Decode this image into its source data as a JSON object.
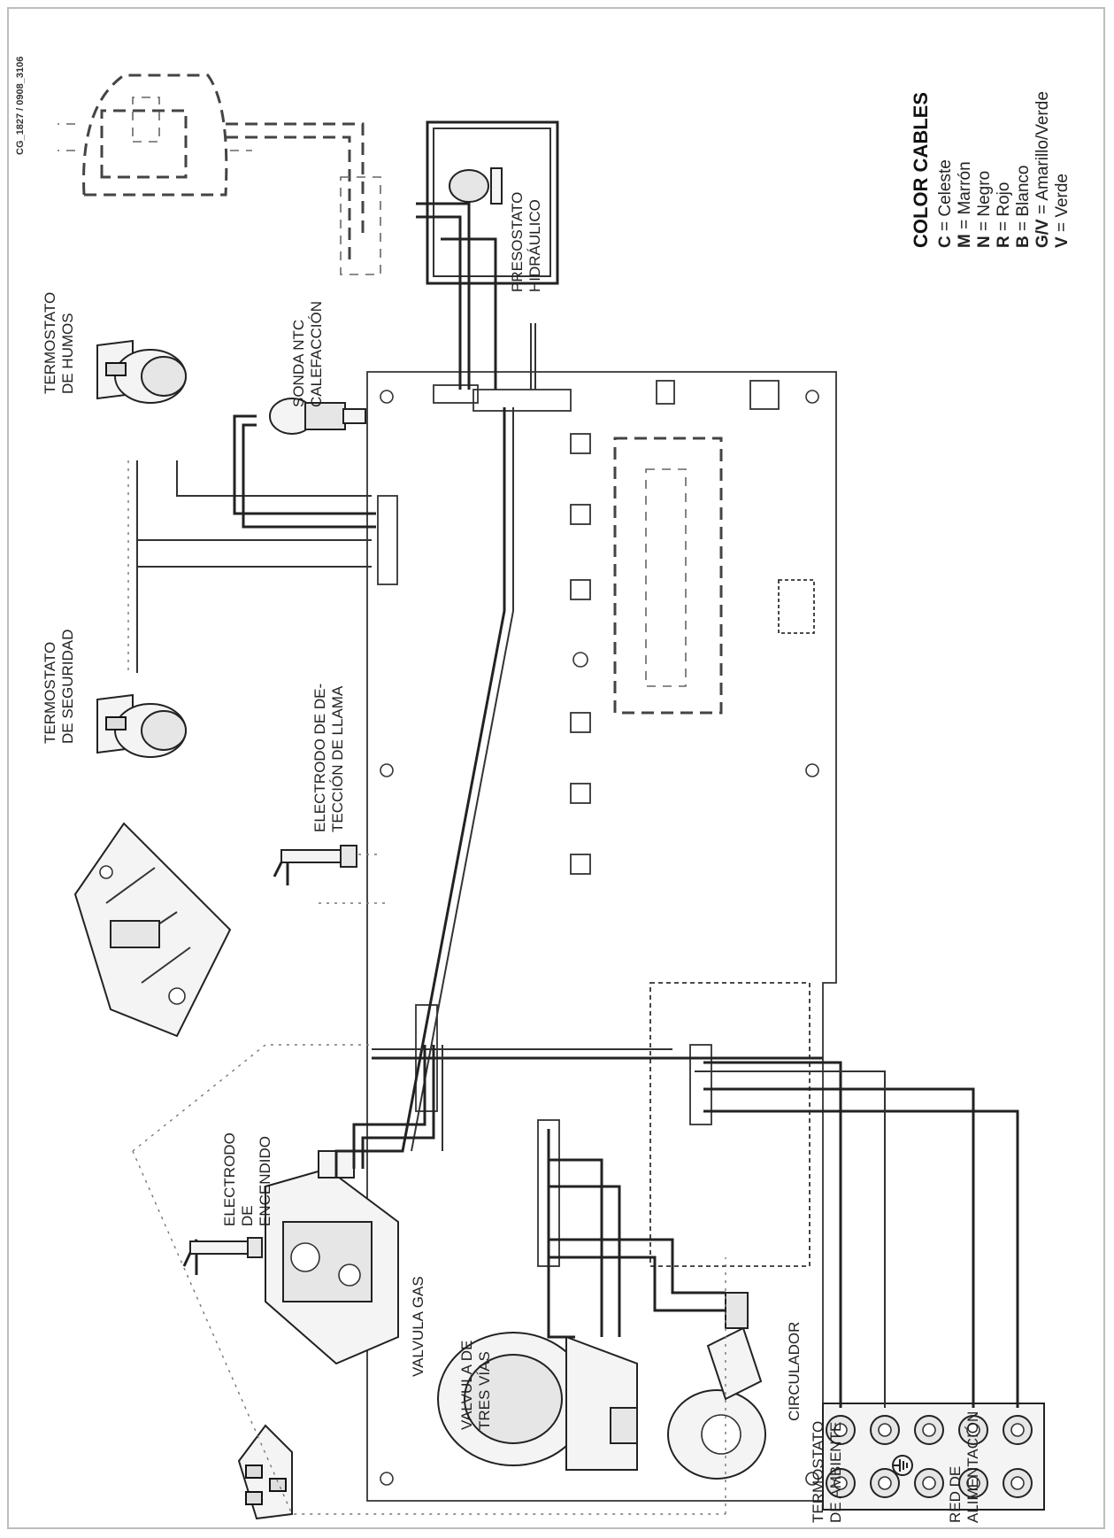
{
  "document": {
    "code": "CG_1827 / 0908_3106"
  },
  "labels": {
    "termostato_seguridad": [
      "TERMOSTATO",
      "DE SEGURIDAD"
    ],
    "termostato_humos": [
      "TERMOSTATO",
      "DE HUMOS"
    ],
    "sonda_ntc": [
      "SONDA NTC",
      "CALEFACCIÓN"
    ],
    "presostato": [
      "PRESOSTATO",
      "HIDRÁULICO"
    ],
    "electrodo_deteccion": [
      "ELECTRODO DE DE-",
      "TECCIÓN DE LLAMA"
    ],
    "electrodo_encendido": [
      "ELECTRODO",
      "DE",
      "ENCENDIDO"
    ],
    "valvula_gas": "VALVULA GAS",
    "valvula_tres_vias": [
      "VALVULA DE",
      "TRES VÍAS"
    ],
    "circulador": "CIRCULADOR",
    "termostato_ambiente": [
      "TERMOSTATO",
      "DE AMBIENTE"
    ],
    "red_alimentacion": [
      "RED DE",
      "ALIMENTACIÓN"
    ]
  },
  "legend": {
    "title": "COLOR CABLES",
    "items": [
      {
        "code": "C",
        "sep": " = ",
        "name": "Celeste"
      },
      {
        "code": "M",
        "sep": " = ",
        "name": "Marrón"
      },
      {
        "code": "N",
        "sep": " = ",
        "name": "Negro"
      },
      {
        "code": "R",
        "sep": " = ",
        "name": "Rojo"
      },
      {
        "code": "B",
        "sep": " = ",
        "name": "Blanco"
      },
      {
        "code": "G/V",
        "sep": " = ",
        "name": "Amarillo/Verde"
      },
      {
        "code": "V",
        "sep": "  = ",
        "name": "Verde"
      }
    ]
  }
}
